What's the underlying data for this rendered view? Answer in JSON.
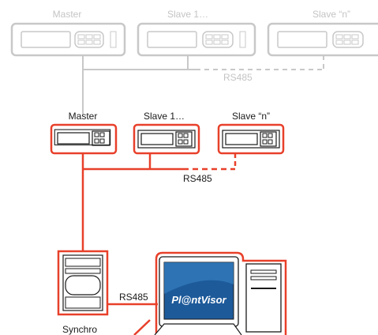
{
  "colors": {
    "accent": "#e8402a",
    "faded": "#c8c8c8",
    "screen": "#1d5a9a"
  },
  "top_row": {
    "master_label": "Master",
    "slave1_label": "Slave 1…",
    "slaven_label": "Slave “n”",
    "bus_label": "RS485"
  },
  "middle_row": {
    "master_label": "Master",
    "slave1_label": "Slave 1…",
    "slaven_label": "Slave “n”",
    "bus_label": "RS485"
  },
  "bottom": {
    "synchro_label": "Synchro",
    "link_label": "RS485",
    "screen_brand": "Pl@ntVisor"
  },
  "icons": [
    "controller-icon",
    "synchro-unit-icon",
    "computer-icon",
    "monitor-icon",
    "tower-icon"
  ]
}
